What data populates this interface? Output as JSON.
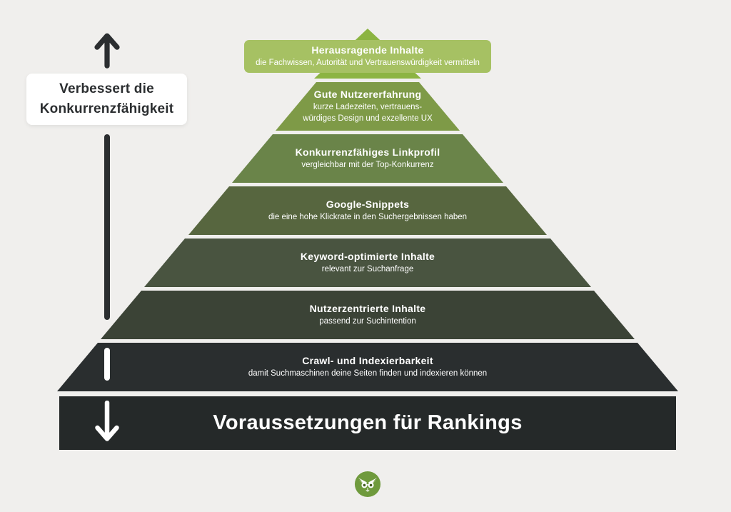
{
  "background_color": "#f0efed",
  "colors": {
    "dark": "#2b2e30",
    "peak_box": "#a6c163",
    "peak_triangle": "#8cb442",
    "base_bar": "#252929",
    "logo_green": "#6f9a3d"
  },
  "annotation": {
    "label": "Verbessert die\nKonkurrenzfähigkeit",
    "up_arrow_icon": "arrow-up",
    "down_arrow_icon": "arrow-down"
  },
  "pyramid": {
    "peak": {
      "title": "Herausragende Inhalte",
      "subtitle": "die Fachwissen, Autorität und Vertrauenswürdigkeit vermitteln"
    },
    "levels": [
      {
        "title": "Gute Nutzererfahrung",
        "subtitle": "kurze Ladezeiten, vertrauens-\nwürdiges Design und exzellente UX",
        "color": "#7e9a47"
      },
      {
        "title": "Konkurrenzfähiges Linkprofil",
        "subtitle": "vergleichbar mit der Top-Konkurrenz",
        "color": "#6a8449"
      },
      {
        "title": "Google-Snippets",
        "subtitle": "die eine hohe Klickrate in den Suchergebnissen haben",
        "color": "#57663f"
      },
      {
        "title": "Keyword-optimierte Inhalte",
        "subtitle": "relevant zur Suchanfrage",
        "color": "#495440"
      },
      {
        "title": "Nutzerzentrierte Inhalte",
        "subtitle": "passend zur Suchintention",
        "color": "#3b4336"
      },
      {
        "title": "Crawl- und Indexierbarkeit",
        "subtitle": "damit Suchmaschinen deine Seiten finden und indexieren können",
        "color": "#2a2e2f"
      }
    ],
    "base": {
      "title": "Voraussetzungen für Rankings"
    }
  },
  "logo": {
    "icon": "owl-logo"
  }
}
